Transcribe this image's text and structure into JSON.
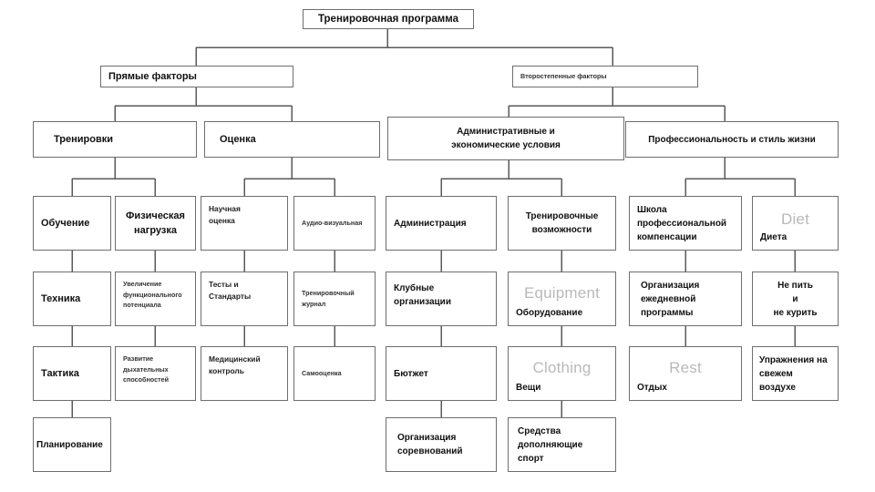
{
  "diagram": {
    "title": "Тренировочная программа",
    "language": "ru",
    "nodes": {
      "root": {
        "label": "Тренировочная программа"
      },
      "direct_factors": {
        "label": "Прямые факторы"
      },
      "secondary_factors": {
        "label": "Второстепенные факторы"
      },
      "trainings": {
        "label": "Тренировки"
      },
      "assessment": {
        "label": "Оценка"
      },
      "admin_economic": {
        "label": "Административные и\nэкономические условия"
      },
      "professionalism": {
        "label": "Профессиональность и стиль жизни"
      },
      "education": {
        "label": "Обучение"
      },
      "physical_load": {
        "label": "Физическая\nнагрузка"
      },
      "scientific_eval": {
        "label": "Научная\nоценка"
      },
      "audio_visual": {
        "label": "Аудио-визуальная"
      },
      "administration": {
        "label": "Администрация"
      },
      "training_facilities": {
        "label": "Тренировочные\nвозможности"
      },
      "prof_school": {
        "label": "Школа\nпрофессиональной\nкомпенсации"
      },
      "diet": {
        "label": "Диета",
        "ghost": "Diet"
      },
      "technique": {
        "label": "Техника"
      },
      "functional_capacity": {
        "label": "Увеличение\nфункционального\nпотенциала"
      },
      "tests_standards": {
        "label": "Тесты и\nСтандарты"
      },
      "training_journal": {
        "label": "Тренировочный\nжурнал"
      },
      "club_organizations": {
        "label": "Клубные\nорганизации"
      },
      "equipment": {
        "label": "Оборудование",
        "ghost": "Equipment"
      },
      "daily_program": {
        "label": "Организация\nежедневной\nпрограммы"
      },
      "no_drink_smoke": {
        "label": "Не пить\nи\nне курить"
      },
      "tactics": {
        "label": "Тактика"
      },
      "breathing_dev": {
        "label": "Развитие\nдыхательных\nспособностей"
      },
      "medical_control": {
        "label": "Медицинский\nконтроль"
      },
      "self_assessment": {
        "label": "Самооценка"
      },
      "budget": {
        "label": "Бютжет"
      },
      "clothing": {
        "label": "Вещи",
        "ghost": "Clothing"
      },
      "rest": {
        "label": "Отдых",
        "ghost": "Rest"
      },
      "outdoor_exercise": {
        "label": "Упражнения на\nсвежем\nвоздухе"
      },
      "planning": {
        "label": "Планирование"
      },
      "competitions_org": {
        "label": "Организация\nсоревнований"
      },
      "sport_supplements": {
        "label": "Средства\nдополняющие\nспорт"
      }
    },
    "edges": [
      {
        "from": "root",
        "to": "direct_factors"
      },
      {
        "from": "root",
        "to": "secondary_factors"
      },
      {
        "from": "direct_factors",
        "to": "trainings"
      },
      {
        "from": "direct_factors",
        "to": "assessment"
      },
      {
        "from": "secondary_factors",
        "to": "admin_economic"
      },
      {
        "from": "secondary_factors",
        "to": "professionalism"
      },
      {
        "from": "trainings",
        "to": "education"
      },
      {
        "from": "trainings",
        "to": "physical_load"
      },
      {
        "from": "assessment",
        "to": "scientific_eval"
      },
      {
        "from": "assessment",
        "to": "audio_visual"
      },
      {
        "from": "admin_economic",
        "to": "administration"
      },
      {
        "from": "admin_economic",
        "to": "training_facilities"
      },
      {
        "from": "professionalism",
        "to": "prof_school"
      },
      {
        "from": "professionalism",
        "to": "diet"
      },
      {
        "from": "education",
        "to": "technique"
      },
      {
        "from": "physical_load",
        "to": "functional_capacity"
      },
      {
        "from": "scientific_eval",
        "to": "tests_standards"
      },
      {
        "from": "audio_visual",
        "to": "training_journal"
      },
      {
        "from": "administration",
        "to": "club_organizations"
      },
      {
        "from": "training_facilities",
        "to": "equipment"
      },
      {
        "from": "prof_school",
        "to": "daily_program"
      },
      {
        "from": "diet",
        "to": "no_drink_smoke"
      },
      {
        "from": "technique",
        "to": "tactics"
      },
      {
        "from": "functional_capacity",
        "to": "breathing_dev"
      },
      {
        "from": "tests_standards",
        "to": "medical_control"
      },
      {
        "from": "training_journal",
        "to": "self_assessment"
      },
      {
        "from": "club_organizations",
        "to": "budget"
      },
      {
        "from": "equipment",
        "to": "clothing"
      },
      {
        "from": "daily_program",
        "to": "rest"
      },
      {
        "from": "no_drink_smoke",
        "to": "outdoor_exercise"
      },
      {
        "from": "tactics",
        "to": "planning"
      },
      {
        "from": "budget",
        "to": "competitions_org"
      },
      {
        "from": "clothing",
        "to": "sport_supplements"
      }
    ],
    "style": {
      "border_color": "#6e6e6e",
      "line_color": "#5a5a5a",
      "text_color": "#111111",
      "ghost_text_color": "#b9b9b9",
      "background": "#ffffff"
    }
  }
}
